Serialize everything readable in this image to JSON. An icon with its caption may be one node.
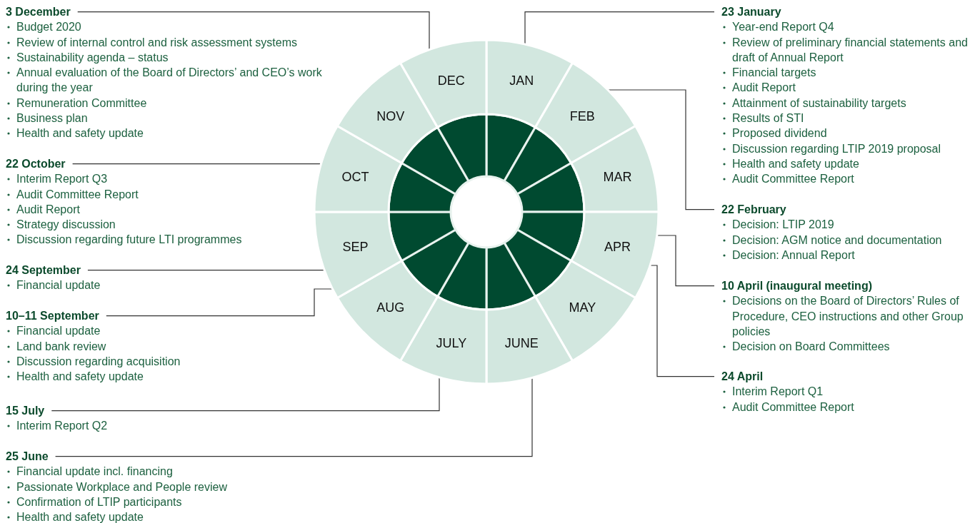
{
  "diagram": {
    "nodes": [
      {
        "text": [
          "JAN"
        ]
      },
      {
        "text": [
          "FEB"
        ]
      },
      {
        "text": [
          "MAR"
        ]
      },
      {
        "text": [
          "APR"
        ]
      },
      {
        "text": [
          "MAY"
        ]
      },
      {
        "text": [
          "JUNE"
        ]
      },
      {
        "text": [
          "JULY"
        ]
      },
      {
        "text": [
          "AUG"
        ]
      },
      {
        "text": [
          "SEP"
        ]
      },
      {
        "text": [
          "OCT"
        ]
      },
      {
        "text": [
          "NOV"
        ]
      },
      {
        "text": [
          "DEC"
        ]
      },
      {
        "text": [
          "3 December",
          "Budget 2020",
          "Review of internal control and risk assessment systems",
          "Sustainability agenda – status",
          "Annual evaluation of the Board of Directors’ and CEO’s work during the year",
          "Remuneration Committee",
          "Business plan",
          "Health and safety update"
        ]
      },
      {
        "text": [
          "22 October",
          "Interim Report Q3",
          "Audit Committee Report",
          "Audit Report",
          "Strategy discussion",
          "Discussion regarding future LTI programmes"
        ]
      },
      {
        "text": [
          "24 September",
          "Financial update"
        ]
      },
      {
        "text": [
          "10–11 September",
          "Financial update",
          "Land bank review",
          "Discussion regarding acquisition",
          "Health and safety update"
        ]
      },
      {
        "text": [
          "15 July",
          "Interim Report Q2"
        ]
      },
      {
        "text": [
          "25 June",
          "Financial update incl. financing",
          "Passionate Workplace and People review",
          "Confirmation of LTIP participants",
          "Health and safety update"
        ]
      },
      {
        "text": [
          "23 January",
          "Year-end Report Q4",
          "Review of preliminary financial statements and draft of Annual Report",
          "Financial targets",
          "Audit Report",
          "Attainment of sustainability targets",
          "Results of STI",
          "Proposed dividend",
          "Discussion regarding LTIP 2019 proposal",
          "Health and safety update",
          "Audit Committee Report"
        ]
      },
      {
        "text": [
          "22 February",
          "Decision: LTIP 2019",
          "Decision: AGM notice and documentation",
          "Decision: Annual Report"
        ]
      },
      {
        "text": [
          "10 April (inaugural meeting)",
          "Decisions on the Board of Directors’ Rules of Procedure, CEO instructions and other Group policies",
          "Decision on Board Committees"
        ]
      },
      {
        "text": [
          "24 April",
          "Interim Report Q1",
          "Audit Committee Report"
        ]
      }
    ],
    "edges": [
      {
        "from": 12,
        "to": 11,
        "arrow": "none"
      },
      {
        "from": 13,
        "to": 9,
        "arrow": "none"
      },
      {
        "from": 14,
        "to": 8,
        "arrow": "none"
      },
      {
        "from": 15,
        "to": 8,
        "arrow": "none"
      },
      {
        "from": 16,
        "to": 6,
        "arrow": "none"
      },
      {
        "from": 17,
        "to": 5,
        "arrow": "none"
      },
      {
        "from": 18,
        "to": 0,
        "arrow": "none"
      },
      {
        "from": 19,
        "to": 1,
        "arrow": "none"
      },
      {
        "from": 20,
        "to": 3,
        "arrow": "none"
      },
      {
        "from": 21,
        "to": 3,
        "arrow": "none"
      }
    ]
  }
}
